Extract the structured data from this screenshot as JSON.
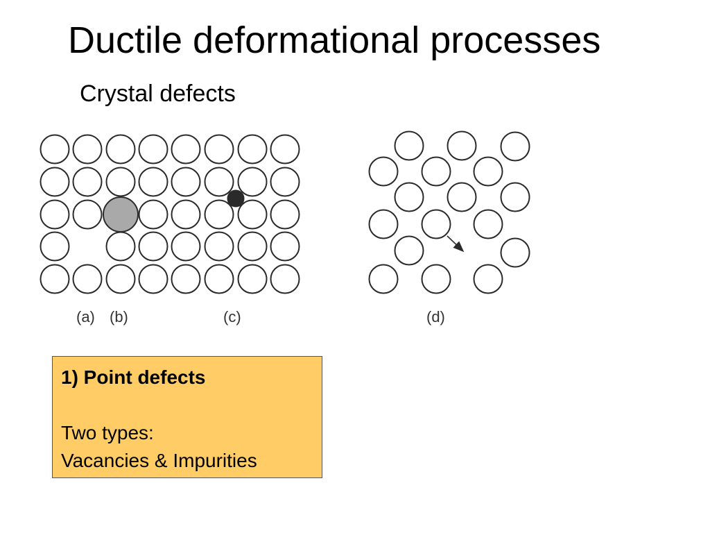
{
  "slide": {
    "title": "Ductile deformational processes",
    "subtitle": "Crystal defects"
  },
  "figure": {
    "panels": [
      {
        "label": "(a)",
        "meaning": "vacancy"
      },
      {
        "label": "(b)",
        "meaning": "substitutional impurity"
      },
      {
        "label": "(c)",
        "meaning": "interstitial impurity"
      },
      {
        "label": "(d)",
        "meaning": "vacancy migration in disordered lattice"
      }
    ],
    "colors": {
      "atom_fill": "#ffffff",
      "atom_stroke": "#2a2a2a",
      "impurity_fill": "#a9a9a9",
      "interstitial_fill": "#2a2a2a"
    }
  },
  "callout": {
    "heading": "1) Point defects",
    "line1": "Two types:",
    "line2": "Vacancies & Impurities",
    "background": "#ffcc66"
  }
}
